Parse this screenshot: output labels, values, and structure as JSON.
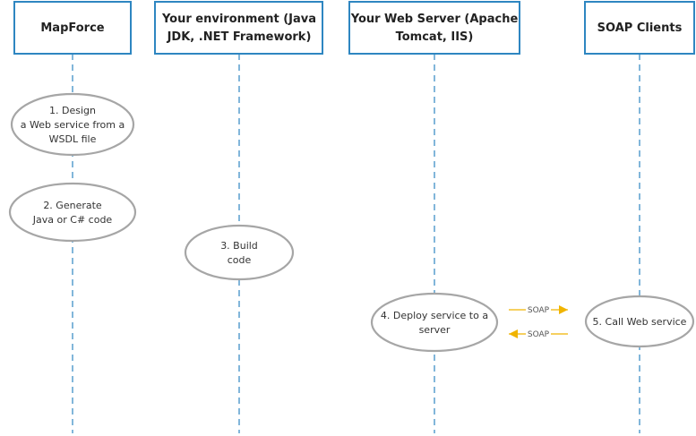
{
  "lanes": [
    {
      "id": "mapforce",
      "title_lines": [
        "MapForce"
      ]
    },
    {
      "id": "environment",
      "title_lines": [
        "Your environment (Java",
        "JDK, .NET Framework)"
      ]
    },
    {
      "id": "webserver",
      "title_lines": [
        "Your Web Server (Apache",
        "Tomcat, IIS)"
      ]
    },
    {
      "id": "soap-clients",
      "title_lines": [
        "SOAP Clients"
      ]
    }
  ],
  "steps": [
    {
      "id": "design",
      "lines": [
        "1. Design",
        "a Web service from a",
        "WSDL file"
      ]
    },
    {
      "id": "generate",
      "lines": [
        "2. Generate",
        "Java or C# code"
      ]
    },
    {
      "id": "build",
      "lines": [
        "3. Build",
        "code"
      ]
    },
    {
      "id": "deploy",
      "lines": [
        "4. Deploy service to a",
        "server"
      ]
    },
    {
      "id": "call",
      "lines": [
        "5. Call Web service"
      ]
    }
  ],
  "messages": [
    {
      "id": "request",
      "label": "SOAP",
      "direction": "right"
    },
    {
      "id": "response",
      "label": "SOAP",
      "direction": "left"
    }
  ],
  "colors": {
    "lane": "#2e86c1",
    "step": "#a6a6a6",
    "message": "#f0b400"
  }
}
